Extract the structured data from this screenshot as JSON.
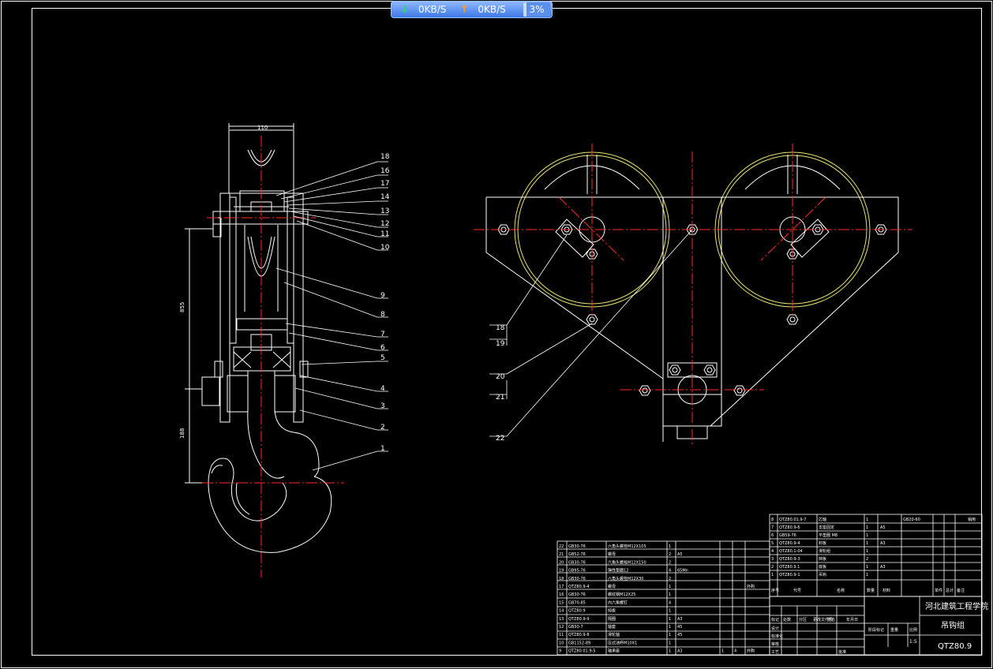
{
  "widget": {
    "down_icon": "arrow-down-icon",
    "up_icon": "arrow-up-icon",
    "download_speed": "0KB/S",
    "upload_speed": "0KB/S",
    "percent": "3%"
  },
  "colors": {
    "line": "#ffffff",
    "center": "#ff2a2a",
    "sheave": "#e8e070",
    "widget": "#3d78e6"
  },
  "callouts_left": [
    "18",
    "16",
    "17",
    "14",
    "13",
    "12",
    "11",
    "10",
    "9",
    "8",
    "7",
    "6",
    "5",
    "4",
    "3",
    "2",
    "1"
  ],
  "callouts_right": [
    "18",
    "19",
    "20",
    "21",
    "22"
  ],
  "title_block": {
    "company": "河北建筑工程学院",
    "name": "吊钩组",
    "code": "QTZ80.9",
    "scale": "1:5",
    "revision_row": [
      "标记",
      "处数",
      "分区",
      "更改文件号",
      "签名",
      "年月日"
    ],
    "labels": [
      "设计",
      "标准化",
      "审核",
      "工艺",
      "批准",
      "阶段标记",
      "重量",
      "比例"
    ]
  },
  "bom_top": {
    "rows": [
      [
        "8",
        "QTZ80.01.9-7",
        "芯轴",
        "1",
        "",
        "GB20-60",
        "",
        "",
        "",
        "销用"
      ],
      [
        "7",
        "QTZ80.9-6",
        "支座固定",
        "1",
        "A5",
        "",
        "",
        "",
        "",
        ""
      ],
      [
        "6",
        "GB59-76",
        "平垫圈 M8",
        "1",
        "",
        "",
        "",
        "",
        "",
        ""
      ],
      [
        "5",
        "QTZ80.9-4",
        "封板",
        "1",
        "A3",
        "",
        "",
        "",
        "",
        ""
      ],
      [
        "4",
        "QTZ80.1-04",
        "滑轮组",
        "1",
        "",
        "",
        "",
        "",
        "",
        ""
      ],
      [
        "3",
        "QTZ80.9-3",
        "挡板",
        "2",
        "",
        "",
        "",
        "",
        "",
        ""
      ],
      [
        "2",
        "QTZ80.9.1",
        "底板",
        "1",
        "A3",
        "",
        "",
        "",
        "",
        ""
      ],
      [
        "1",
        "QTZ80.9-1",
        "吊钩",
        "1",
        "",
        "",
        "",
        "",
        "",
        ""
      ]
    ],
    "header": [
      "序号",
      "代号",
      "名称",
      "数量",
      "材料",
      "单件",
      "总计",
      "备注"
    ]
  },
  "bom_left": [
    [
      "22",
      "GB30-76",
      "六角头螺栓M12X105",
      "1",
      "",
      "",
      "",
      ""
    ],
    [
      "21",
      "GB52-76",
      "螺母",
      "2",
      "A5",
      "",
      "",
      ""
    ],
    [
      "20",
      "GB30-76",
      "六角头螺栓M12X150",
      "2",
      "",
      "",
      "",
      ""
    ],
    [
      "19",
      "GB95-76",
      "弹性垫圈12",
      "4",
      "65Mn",
      "",
      "",
      ""
    ],
    [
      "18",
      "GB30-76",
      "六角头螺栓M12X30",
      "2",
      "",
      "",
      "",
      ""
    ],
    [
      "17",
      "QTZ80.9-4",
      "螺母",
      "1",
      "",
      "",
      "",
      "外购"
    ],
    [
      "16",
      "GB30-76",
      "螺纹钢M12X25",
      "1",
      "",
      "",
      "",
      ""
    ],
    [
      "15",
      "GB70-85",
      "内六角螺钉",
      "4",
      "",
      "",
      "",
      ""
    ],
    [
      "14",
      "QTZ80.9",
      "挡板",
      "1",
      "",
      "",
      "",
      ""
    ],
    [
      "13",
      "QTZ80.9-9",
      "隔圈",
      "1",
      "A3",
      "",
      "",
      ""
    ],
    [
      "12",
      "GB30-7",
      "轴套",
      "1",
      "45",
      "",
      "",
      ""
    ],
    [
      "11",
      "QTZ80.9-8",
      "滑轮轴",
      "1",
      "45",
      "",
      "",
      ""
    ],
    [
      "10",
      "GB1152-89",
      "压式油杯M10X1",
      "1",
      "",
      "",
      "",
      ""
    ],
    [
      "9",
      "QTZ80.01.9-5",
      "轴承座",
      "1",
      "A3",
      "1",
      "4",
      "外购"
    ]
  ]
}
